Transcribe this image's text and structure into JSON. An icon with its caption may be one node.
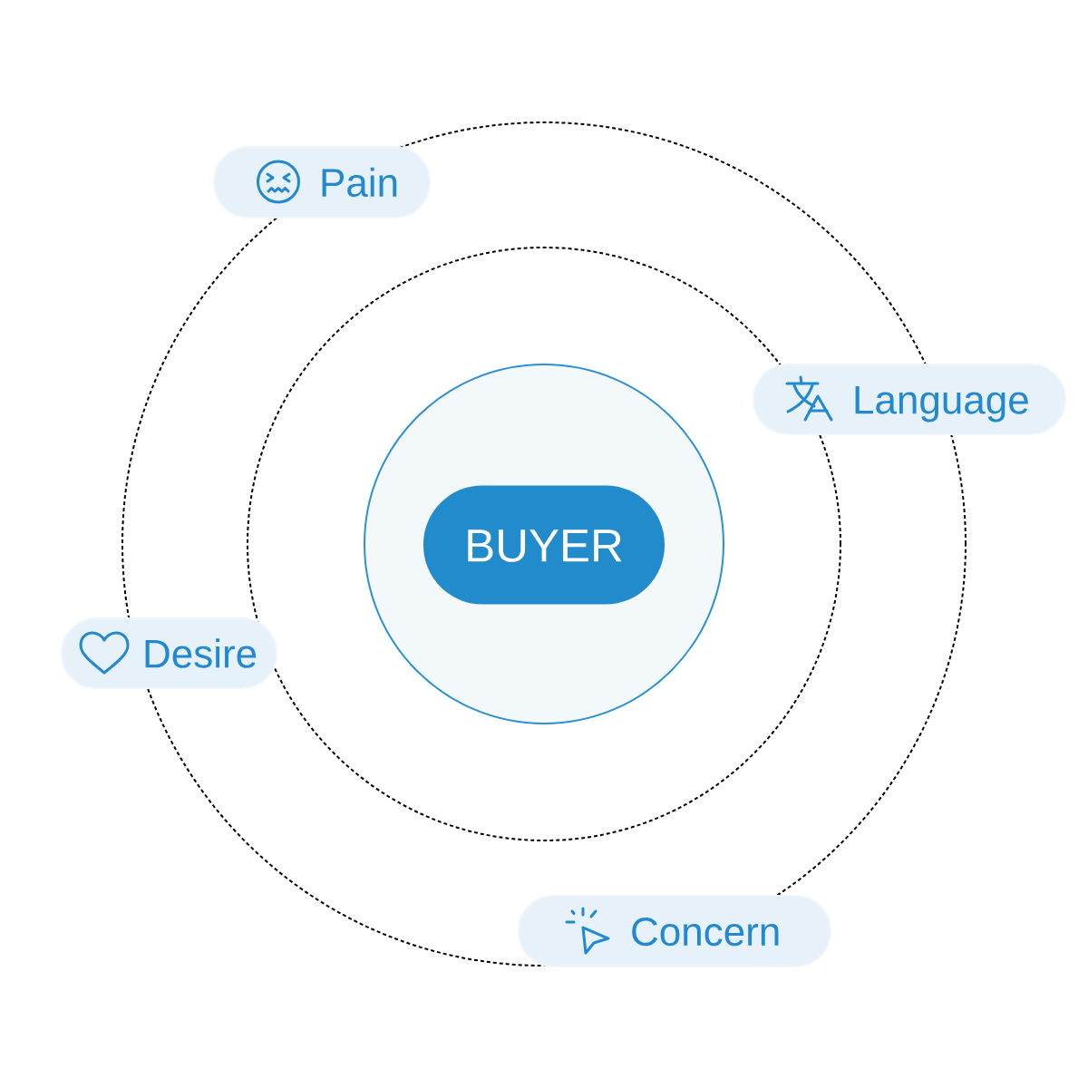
{
  "diagram": {
    "nodes": [
      {
        "text": [
          "Pain"
        ]
      },
      {
        "text": [
          "Language"
        ]
      },
      {
        "text": [],
        "shape": "circle"
      },
      {
        "text": [
          "BUYER"
        ],
        "in": 2
      },
      {
        "text": [
          "Desire"
        ]
      },
      {
        "text": [
          "Concern"
        ]
      }
    ]
  }
}
